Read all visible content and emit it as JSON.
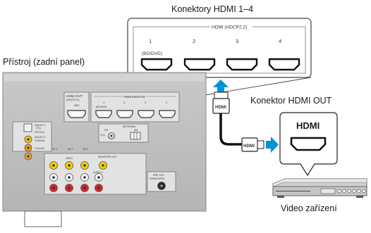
{
  "labels": {
    "hdmi_connectors": "Konektory HDMI 1–4",
    "device_rear": "Přístroj (zadní panel)",
    "hdmi_out_connector": "Konektor HDMI OUT",
    "video_device": "Video zařízení"
  },
  "zoom_panel": {
    "group_label": "HDMI (HDCP2.2)",
    "ports": [
      "1",
      "2",
      "3",
      "4"
    ],
    "port1_sub": "(BD/DVD)"
  },
  "cable": {
    "plug_label_top": "HDMI",
    "plug_label_side": "HDMI"
  },
  "out_callout": {
    "label": "HDMI"
  },
  "rear_panel": {
    "hdmi_out": "HDMI OUT",
    "hdmi_out_sub": "(HDCP2.2)",
    "arc": "ARC",
    "hdmi_group": "HDMI (HDCP2.2)",
    "ports": [
      "1",
      "2",
      "3",
      "4"
    ],
    "port1_sub": "(BD/DVD)",
    "antenna": "ANTENNA",
    "fm": "FM",
    "am": "AM",
    "fm_ohm": "75 Ω",
    "audio1": "AUDIO 1",
    "audio1_sub": "(TV)",
    "optical": "OPTICAL",
    "audio2": "AUDIO 2",
    "coaxial": "COAXIAL",
    "coaxial2": "COAXIAL",
    "av1": "AV 1",
    "av2": "AV 2",
    "av3": "AV 3",
    "video": "VIDEO",
    "monitor_out": "MONITOR OUT",
    "audio3": "AUDIO 3",
    "pre_out": "PRE OUT",
    "subwoofer": "SUBWOOFER"
  }
}
